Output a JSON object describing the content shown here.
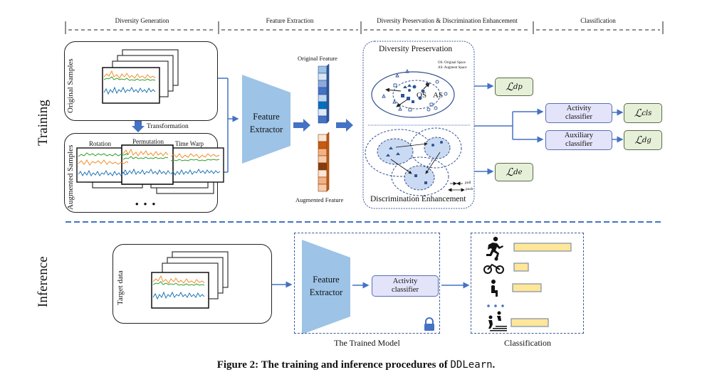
{
  "phases": [
    {
      "label": "Diversity Generation"
    },
    {
      "label": "Feature Extraction"
    },
    {
      "label": "Diversity Preservation & Discrimination Enhancement"
    },
    {
      "label": "Classification"
    }
  ],
  "training": {
    "label": "Training",
    "original_samples": "Original Samples",
    "transformation": "Transformation",
    "augmented_samples": "Augmented Samples",
    "augmentations": [
      "Rotation",
      "Permutation",
      "Time Warp"
    ],
    "ellipsis": "• • •",
    "feature_extractor": [
      "Feature",
      "Extractor"
    ],
    "original_feature": "Original Feature",
    "augmented_feature": "Augmented Feature",
    "diversity_preservation": "Diversity Preservation",
    "legend_os": "OS: Original Space",
    "legend_as": "AS: Augment Space",
    "os_label": "OS",
    "as_label": "AS",
    "discrimination_enhancement": "Discrimination Enhancement",
    "pull": "pull",
    "push": "push",
    "losses": {
      "dp": {
        "main": "L",
        "sub": "dp"
      },
      "de": {
        "main": "L",
        "sub": "de"
      },
      "cls": {
        "main": "L",
        "sub": "cls"
      },
      "dg": {
        "main": "L",
        "sub": "dg"
      }
    },
    "activity_classifier": [
      "Activity",
      "classifier"
    ],
    "auxiliary_classifier": [
      "Auxiliary",
      "classifier"
    ]
  },
  "inference": {
    "label": "Inference",
    "target_data": "Target data",
    "feature_extractor": [
      "Feature",
      "Extractor"
    ],
    "activity_classifier": [
      "Activity",
      "classifier"
    ],
    "trained_model": "The Trained Model",
    "classification": "Classification",
    "results": [
      {
        "activity": "running",
        "score": 1.0
      },
      {
        "activity": "cycling",
        "score": 0.25
      },
      {
        "activity": "sitting",
        "score": 0.5
      },
      {
        "activity": "stairs",
        "score": 0.65
      }
    ],
    "ellipsis": "• • •"
  },
  "colors": {
    "blue": "#4472c4",
    "extractor": "#9dc3e6",
    "orange": "#f28e2b",
    "green": "#2ca02c",
    "signal_blue": "#1f77b4",
    "loss_fill": "#e6f0d8",
    "classifier_fill": "#e3e3fa",
    "bar_fill": "#ffe699"
  },
  "caption": {
    "prefix": "Figure 2: The training and inference procedures of ",
    "name": "DDLearn",
    "suffix": "."
  }
}
